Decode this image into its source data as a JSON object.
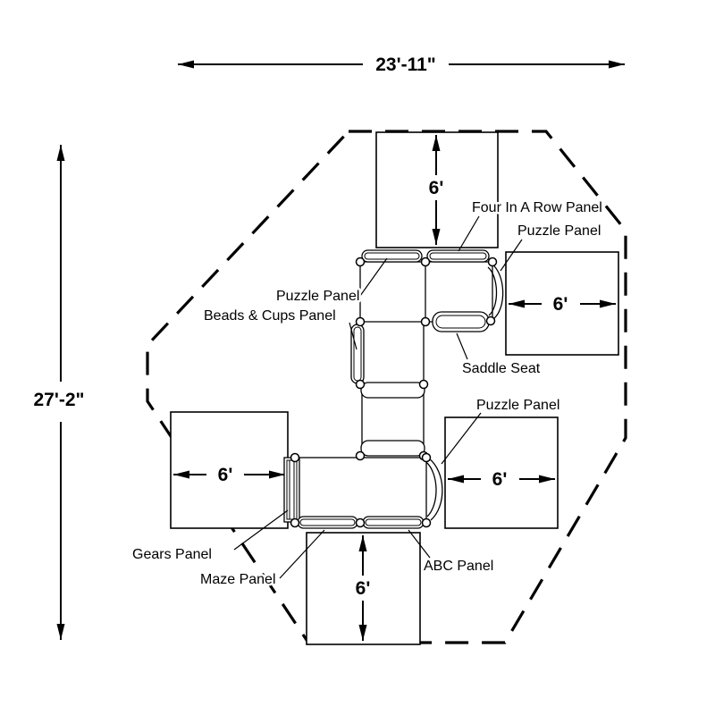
{
  "dims": {
    "width": "23'-11\"",
    "height": "27'-2\"",
    "six": "6'"
  },
  "labels": {
    "four_in_a_row": "Four In A Row Panel",
    "puzzle_top_right": "Puzzle Panel",
    "puzzle_top_left": "Puzzle Panel",
    "beads_cups": "Beads & Cups Panel",
    "saddle_seat": "Saddle Seat",
    "puzzle_mid_right": "Puzzle Panel",
    "gears": "Gears Panel",
    "maze": "Maze Panel",
    "abc": "ABC Panel"
  }
}
